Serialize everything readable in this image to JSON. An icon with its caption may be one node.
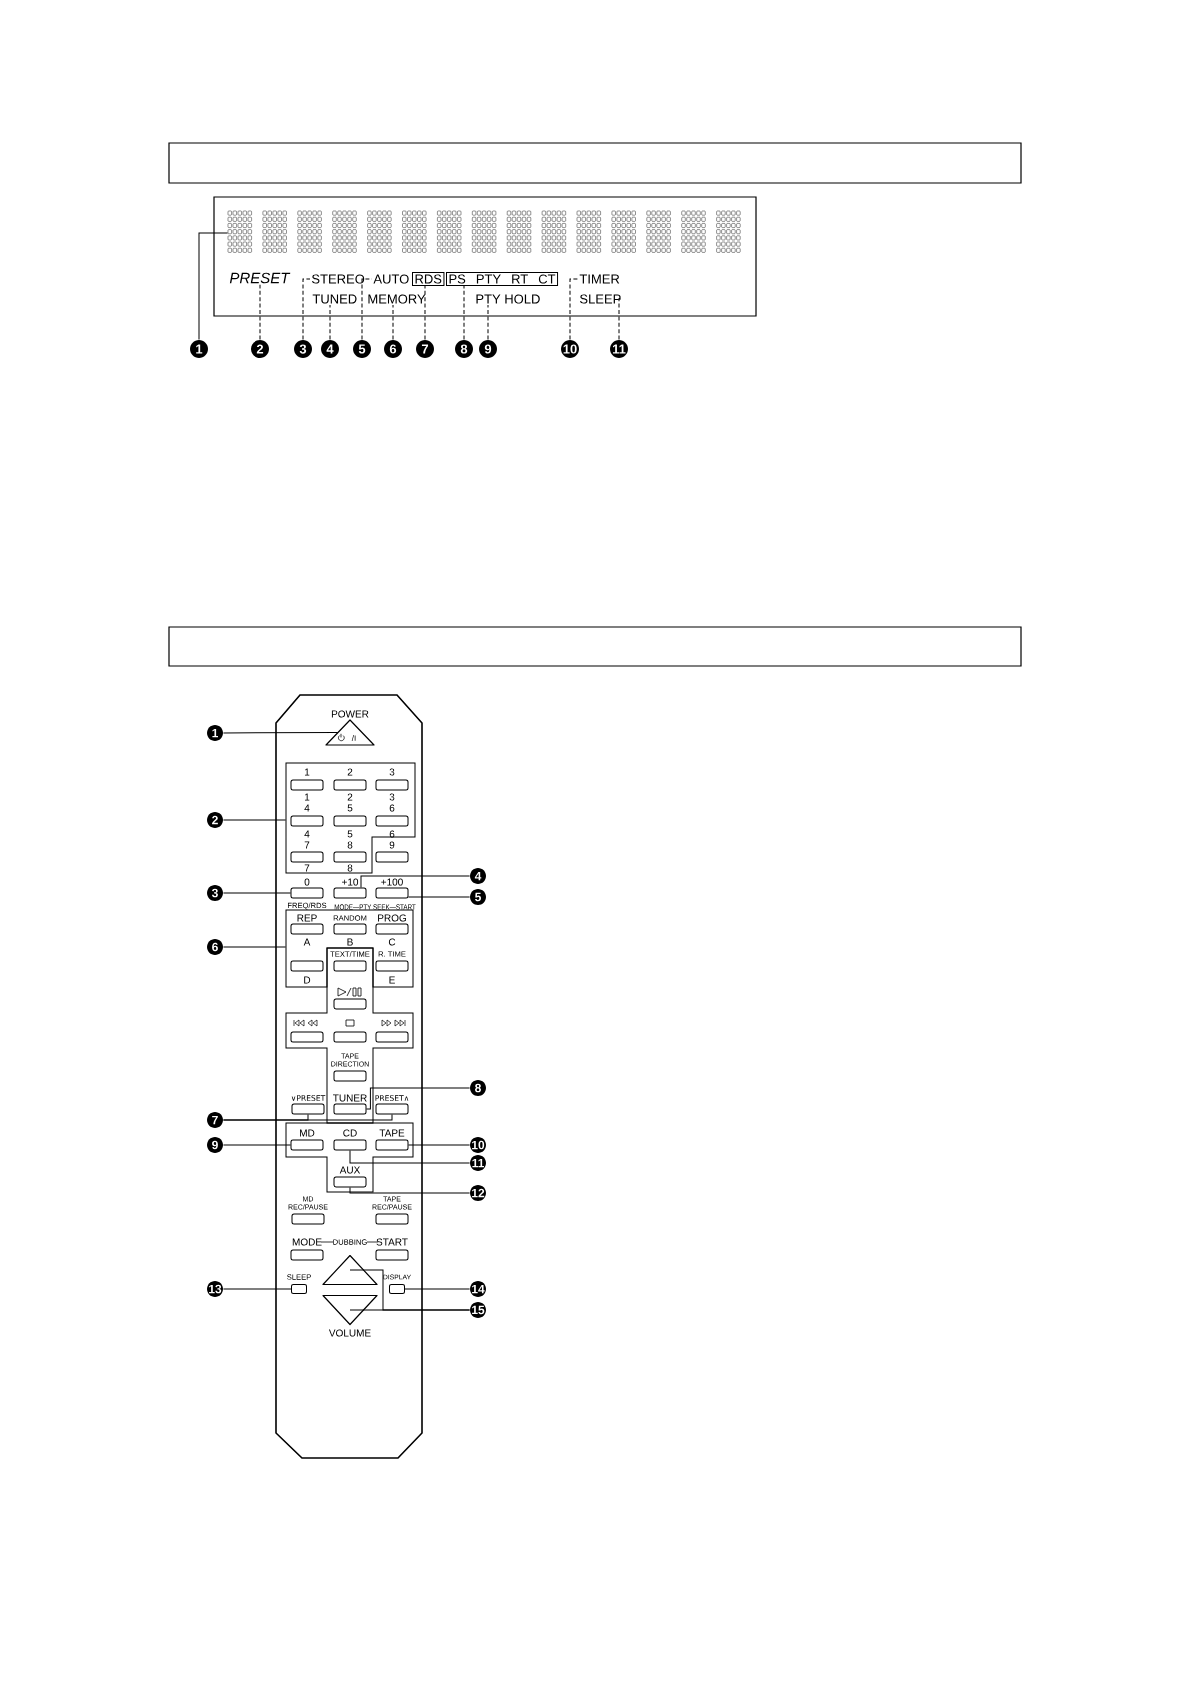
{
  "diagram": {
    "nodes": [
      {
        "text": [],
        "shape": "box"
      },
      {
        "text": [
          "PRESET"
        ],
        "in": 0
      },
      {
        "text": [
          "STEREO"
        ],
        "in": 0
      },
      {
        "text": [
          "TUNED"
        ],
        "in": 0
      },
      {
        "text": [
          "AUTO"
        ],
        "in": 0
      },
      {
        "text": [
          "MEMORY"
        ],
        "in": 0
      },
      {
        "text": [
          "RDS"
        ],
        "in": 0
      },
      {
        "text": [
          "PS",
          "PTY",
          "RT",
          "CT"
        ],
        "in": 0
      },
      {
        "text": [
          "PTY HOLD"
        ],
        "in": 0
      },
      {
        "text": [
          "TIMER"
        ],
        "in": 0
      },
      {
        "text": [
          "SLEEP"
        ],
        "in": 0
      },
      {
        "text": [
          "1"
        ]
      },
      {
        "text": [
          "2"
        ]
      },
      {
        "text": [
          "3"
        ]
      },
      {
        "text": [
          "4"
        ]
      },
      {
        "text": [
          "5"
        ]
      },
      {
        "text": [
          "6"
        ]
      },
      {
        "text": [
          "7"
        ]
      },
      {
        "text": [
          "8"
        ]
      },
      {
        "text": [
          "9"
        ]
      },
      {
        "text": [
          "10"
        ]
      },
      {
        "text": [
          "11"
        ]
      },
      {
        "text": [],
        "shape": "box"
      },
      {
        "text": [
          "POWER",
          "/I"
        ],
        "in": 22
      },
      {
        "text": [],
        "shape": "box",
        "in": 22
      },
      {
        "text": [
          "1",
          "1"
        ],
        "in": 24
      },
      {
        "text": [
          "2",
          "2"
        ],
        "in": 24
      },
      {
        "text": [
          "3",
          "3"
        ],
        "in": 24
      },
      {
        "text": [
          "4",
          "4"
        ],
        "in": 24
      },
      {
        "text": [
          "5",
          "5"
        ],
        "in": 24
      },
      {
        "text": [
          "6",
          "6"
        ],
        "in": 24
      },
      {
        "text": [
          "7",
          "7"
        ],
        "in": 24
      },
      {
        "text": [
          "8",
          "8"
        ],
        "in": 24
      },
      {
        "text": [
          "9"
        ],
        "in": 24
      },
      {
        "text": [
          "0",
          "FREQ/RDS"
        ],
        "in": 22
      },
      {
        "text": [
          "+10"
        ],
        "in": 22
      },
      {
        "text": [
          "+100"
        ],
        "in": 22
      },
      {
        "text": [],
        "shape": "box",
        "in": 22
      },
      {
        "text": [
          "REP",
          "A"
        ],
        "in": 37
      },
      {
        "text": [
          "RANDOM",
          "B"
        ],
        "in": 37
      },
      {
        "text": [
          "PROG",
          "C"
        ],
        "in": 37
      },
      {
        "text": [
          "D"
        ],
        "in": 37
      },
      {
        "text": [
          "TEXT/TIME"
        ],
        "in": 22
      },
      {
        "text": [
          "R. TIME",
          "E"
        ],
        "in": 37
      },
      {
        "text": [],
        "shape": "box",
        "in": 22
      },
      {
        "text": [],
        "shape": "box",
        "in": 22
      },
      {
        "text": [],
        "shape": "box",
        "in": 22
      },
      {
        "text": [],
        "shape": "box",
        "in": 22
      },
      {
        "text": [
          "TAPE DIRECTION"
        ],
        "in": 22
      },
      {
        "text": [
          "∨PRESET"
        ],
        "in": 22
      },
      {
        "text": [
          "TUNER"
        ],
        "in": 22
      },
      {
        "text": [
          "PRESET∧"
        ],
        "in": 22
      },
      {
        "text": [
          "MD"
        ],
        "in": 22
      },
      {
        "text": [
          "CD"
        ],
        "in": 22
      },
      {
        "text": [
          "TAPE"
        ],
        "in": 22
      },
      {
        "text": [
          "AUX"
        ],
        "in": 22
      },
      {
        "text": [
          "MD REC/PAUSE"
        ],
        "in": 22
      },
      {
        "text": [
          "TAPE REC/PAUSE"
        ],
        "in": 22
      },
      {
        "text": [
          "MODE"
        ],
        "in": 22
      },
      {
        "text": [
          "START"
        ],
        "in": 22
      },
      {
        "text": [],
        "shape": "triangle",
        "in": 22
      },
      {
        "text": [
          "SLEEP"
        ],
        "in": 22
      },
      {
        "text": [
          "DISPLAY"
        ],
        "in": 22
      },
      {
        "text": [],
        "shape": "triangle",
        "in": 22,
        "beside": [
          "VOLUME"
        ]
      },
      {
        "text": [
          "1"
        ]
      },
      {
        "text": [
          "2"
        ]
      },
      {
        "text": [
          "3"
        ]
      },
      {
        "text": [
          "4"
        ]
      },
      {
        "text": [
          "5"
        ]
      },
      {
        "text": [
          "6"
        ]
      },
      {
        "text": [
          "7"
        ]
      },
      {
        "text": [
          "8"
        ]
      },
      {
        "text": [
          "9"
        ]
      },
      {
        "text": [
          "10"
        ]
      },
      {
        "text": [
          "11"
        ]
      },
      {
        "text": [
          "12"
        ]
      },
      {
        "text": [
          "13"
        ]
      },
      {
        "text": [
          "14"
        ]
      },
      {
        "text": [
          "15"
        ]
      },
      {
        "text": [],
        "shape": "picture",
        "in": 0
      },
      {
        "text": [],
        "shape": "box"
      },
      {
        "text": [],
        "shape": "box"
      }
    ],
    "edges": [
      {
        "from": 11,
        "to": 79,
        "arrow": "none"
      },
      {
        "from": 12,
        "to": 1,
        "arrow": "none",
        "style": "dashed"
      },
      {
        "from": 13,
        "to": 2,
        "arrow": "none",
        "style": "dashed"
      },
      {
        "from": 14,
        "to": 3,
        "arrow": "none",
        "style": "dashed"
      },
      {
        "from": 15,
        "to": 4,
        "arrow": "none",
        "style": "dashed"
      },
      {
        "from": 16,
        "to": 5,
        "arrow": "none",
        "style": "dashed"
      },
      {
        "from": 17,
        "to": 6,
        "arrow": "none",
        "style": "dashed"
      },
      {
        "from": 18,
        "to": 7,
        "arrow": "none",
        "style": "dashed"
      },
      {
        "from": 19,
        "to": 8,
        "arrow": "none",
        "style": "dashed"
      },
      {
        "from": 20,
        "to": 9,
        "arrow": "none",
        "style": "dashed"
      },
      {
        "from": 21,
        "to": 10,
        "arrow": "none",
        "style": "dashed"
      },
      {
        "from": 64,
        "to": 23,
        "arrow": "none"
      },
      {
        "from": 65,
        "to": 24,
        "arrow": "none"
      },
      {
        "from": 66,
        "to": 34,
        "arrow": "none"
      },
      {
        "from": 67,
        "to": 35,
        "arrow": "none"
      },
      {
        "from": 68,
        "to": 36,
        "arrow": "none"
      },
      {
        "from": 69,
        "to": 37,
        "arrow": "none"
      },
      {
        "from": 70,
        "to": 49,
        "arrow": "none"
      },
      {
        "from": 70,
        "to": 51,
        "arrow": "none"
      },
      {
        "from": 71,
        "to": 50,
        "arrow": "none"
      },
      {
        "from": 72,
        "to": 52,
        "arrow": "none"
      },
      {
        "from": 73,
        "to": 54,
        "arrow": "none"
      },
      {
        "from": 74,
        "to": 53,
        "arrow": "none"
      },
      {
        "from": 75,
        "to": 55,
        "arrow": "none"
      },
      {
        "from": 76,
        "to": 61,
        "arrow": "none"
      },
      {
        "from": 77,
        "to": 62,
        "arrow": "none"
      },
      {
        "from": 78,
        "to": 60,
        "arrow": "none"
      },
      {
        "from": 78,
        "to": 63,
        "arrow": "none"
      }
    ],
    "labels": [
      "MODE—PTY SEEK—START",
      "DUBBING"
    ]
  }
}
